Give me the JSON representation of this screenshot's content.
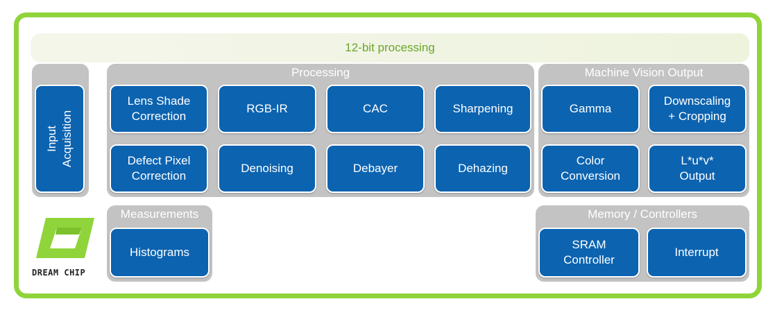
{
  "band": {
    "label": "12-bit processing"
  },
  "input": {
    "label": "Input\nAcquisition"
  },
  "processing": {
    "title": "Processing",
    "row1": [
      "Lens Shade\nCorrection",
      "RGB-IR",
      "CAC",
      "Sharpening"
    ],
    "row2": [
      "Defect Pixel\nCorrection",
      "Denoising",
      "Debayer",
      "Dehazing"
    ]
  },
  "machine_vision": {
    "title": "Machine Vision Output",
    "row1": [
      "Gamma",
      "Downscaling\n+ Cropping"
    ],
    "row2": [
      "Color\nConversion",
      "L*u*v*\nOutput"
    ]
  },
  "measurements": {
    "title": "Measurements",
    "items": [
      "Histograms"
    ]
  },
  "memory": {
    "title": "Memory / Controllers",
    "items": [
      "SRAM\nController",
      "Interrupt"
    ]
  },
  "logo": {
    "text": "DREAM CHIP",
    "color": "#8fd43a"
  },
  "colors": {
    "frame": "#8fd43a",
    "box": "#0c63b0",
    "panel": "#c3c3c3",
    "band_text": "#6aa52a"
  }
}
